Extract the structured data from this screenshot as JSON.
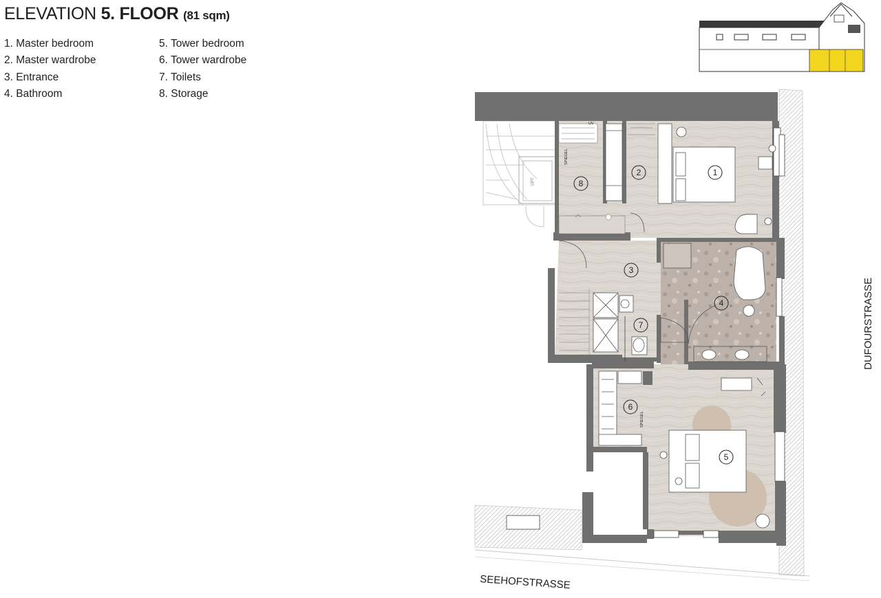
{
  "title": {
    "prefix": "ELEVATION",
    "floor": "5. FLOOR",
    "area": "(81 sqm)"
  },
  "legend": {
    "col1": [
      "1. Master bedroom",
      "2. Master wardrobe",
      "3. Entrance",
      "4. Bathroom"
    ],
    "col2": [
      "5. Tower bedroom",
      "6. Tower wardrobe",
      "7. Toilets",
      "8. Storage"
    ]
  },
  "plan": {
    "rooms": [
      "1",
      "2",
      "3",
      "4",
      "5",
      "6",
      "7",
      "8"
    ],
    "streets": {
      "east": "DUFOURSTRASSE",
      "south": "SEEHOFSTRASSE"
    },
    "notes": {
      "lift": "LIFT",
      "mirror": "SPIEGEL",
      "uv": "UV"
    }
  },
  "colors": {
    "wall": "#6f6f6f",
    "floor": "#dcd6d0",
    "bath": "#b9aea6",
    "highlight": "#f2d51f"
  }
}
